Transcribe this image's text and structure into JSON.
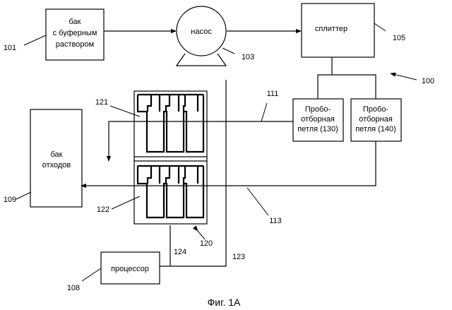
{
  "blocks": {
    "buffer_tank": [
      "бак",
      "с буферным",
      "раствором"
    ],
    "pump": "насос",
    "splitter": "сплиттер",
    "sample_loop_1": [
      "Пробо-",
      "отборная",
      "петля (130)"
    ],
    "sample_loop_2": [
      "Пробо-",
      "отборная",
      "петля (140)"
    ],
    "waste_tank": [
      "бак",
      "отходов"
    ],
    "processor": "процессор"
  },
  "refs": {
    "r100": "100",
    "r101": "101",
    "r103": "103",
    "r105": "105",
    "r108": "108",
    "r109": "109",
    "r111": "111",
    "r113": "113",
    "r120": "120",
    "r121": "121",
    "r122": "122",
    "r123": "123",
    "r124": "124"
  },
  "caption": "Фиг. 1А"
}
